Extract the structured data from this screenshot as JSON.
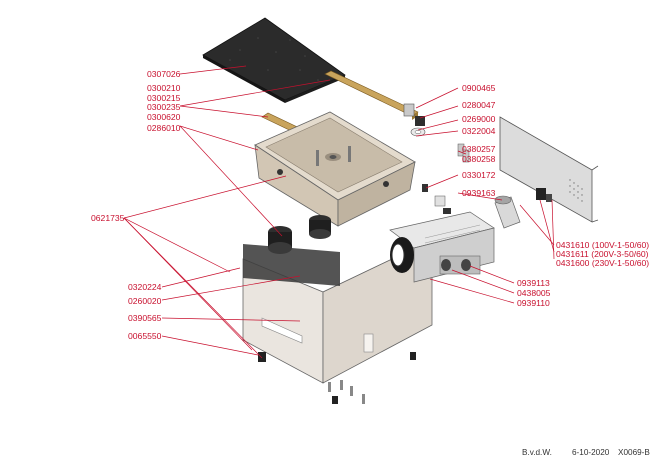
{
  "labels": {
    "p0307026": "0307026",
    "p0300210": "0300210",
    "p0300215": "0300215",
    "p0300235": "0300235",
    "p0300620": "0300620",
    "p0286010": "0286010",
    "p0621735": "0621735",
    "p0320224": "0320224",
    "p0260020": "0260020",
    "p0390565": "0390565",
    "p0065550": "0065550",
    "p0900465": "0900465",
    "p0280047": "0280047",
    "p0269000": "0269000",
    "p0322004": "0322004",
    "p0380257": "0380257",
    "p0380258": "0380258",
    "p0330172": "0330172",
    "p0939163": "0939163",
    "p0431610": "0431610 (100V-1-50/60)",
    "p0431611": "0431611 (200V-3-50/60)",
    "p0431600": "0431600 (230V-1-50/60)",
    "p0939113": "0939113",
    "p0438005": "0438005",
    "p0939110": "0939110"
  },
  "footer": {
    "author": "B.v.d.W.",
    "date": "6-10-2020",
    "drawing_no": "X0069-B"
  },
  "colors": {
    "label": "#c8102e",
    "lid": "#2a2a2a",
    "wood": "#c9a45c",
    "basin": "#d8cdbd",
    "housing": "#ece8e3",
    "grid": "#777777"
  }
}
